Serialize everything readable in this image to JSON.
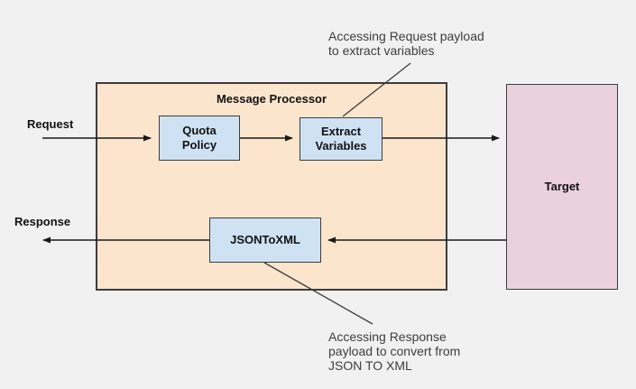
{
  "diagram": {
    "flow_labels": {
      "request": "Request",
      "response": "Response"
    },
    "message_processor": {
      "title": "Message Processor",
      "fill_color": "#fce5cd"
    },
    "nodes": {
      "quota_policy": {
        "label": "Quota\nPolicy",
        "fill_color": "#cfe2f3"
      },
      "extract_variables": {
        "label": "Extract\nVariables",
        "fill_color": "#cfe2f3"
      },
      "jsontoxml": {
        "label": "JSONToXML",
        "fill_color": "#cfe2f3"
      },
      "target": {
        "label": "Target",
        "fill_color": "#ead1dc"
      }
    },
    "annotations": {
      "top": "Accessing Request payload\nto extract variables",
      "bottom": "Accessing Response\npayload to convert from\nJSON TO XML"
    },
    "colors": {
      "background": "#f1f1f2",
      "border": "#3d3d3d",
      "arrow": "#1a1a1a",
      "annotation_text": "#3d3d3d"
    }
  }
}
